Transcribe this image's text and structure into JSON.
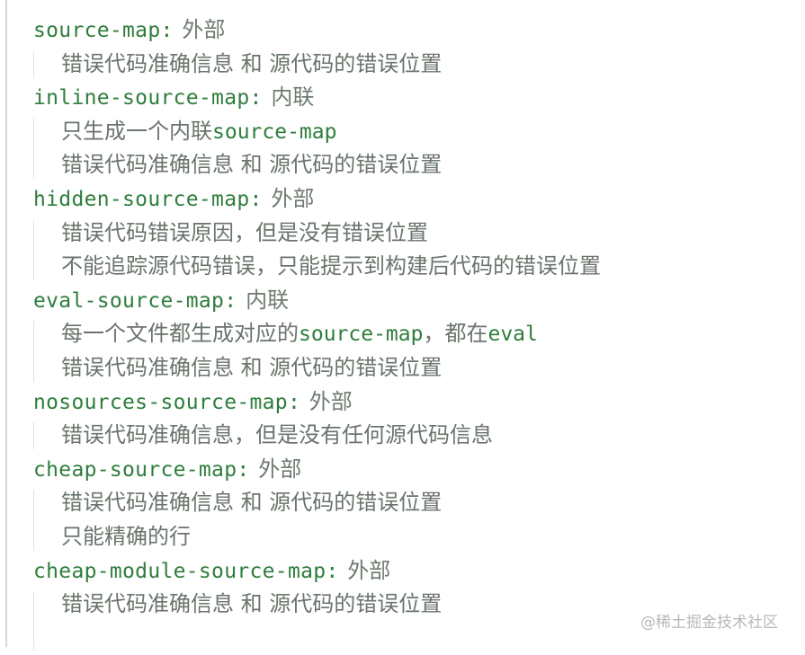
{
  "document": {
    "entries": [
      {
        "key": "source-map",
        "colon": ":",
        "value": "外部",
        "details": [
          {
            "parts": [
              {
                "text": "错误代码准确信息 和 源代码的错误位置",
                "mono": false
              }
            ]
          }
        ]
      },
      {
        "key": "inline-source-map",
        "colon": ":",
        "value": "内联",
        "details": [
          {
            "parts": [
              {
                "text": "只生成一个内联",
                "mono": false
              },
              {
                "text": "source-map",
                "mono": true
              }
            ]
          },
          {
            "parts": [
              {
                "text": "错误代码准确信息 和 源代码的错误位置",
                "mono": false
              }
            ]
          }
        ]
      },
      {
        "key": "hidden-source-map",
        "colon": ":",
        "value": "外部",
        "details": [
          {
            "parts": [
              {
                "text": "错误代码错误原因，但是没有错误位置",
                "mono": false
              }
            ]
          },
          {
            "parts": [
              {
                "text": "不能追踪源代码错误，只能提示到构建后代码的错误位置",
                "mono": false
              }
            ]
          }
        ]
      },
      {
        "key": "eval-source-map",
        "colon": ":",
        "value": "内联",
        "details": [
          {
            "parts": [
              {
                "text": "每一个文件都生成对应的",
                "mono": false
              },
              {
                "text": "source-map",
                "mono": true
              },
              {
                "text": "，都在",
                "mono": false
              },
              {
                "text": "eval",
                "mono": true
              }
            ]
          },
          {
            "parts": [
              {
                "text": "错误代码准确信息 和 源代码的错误位置",
                "mono": false
              }
            ]
          }
        ]
      },
      {
        "key": "nosources-source-map",
        "colon": ":",
        "value": "外部",
        "details": [
          {
            "parts": [
              {
                "text": "错误代码准确信息，但是没有任何源代码信息",
                "mono": false
              }
            ]
          }
        ]
      },
      {
        "key": "cheap-source-map",
        "colon": ":",
        "value": "外部",
        "details": [
          {
            "parts": [
              {
                "text": "错误代码准确信息 和 源代码的错误位置",
                "mono": false
              }
            ]
          },
          {
            "parts": [
              {
                "text": "只能精确的行",
                "mono": false
              }
            ]
          }
        ]
      },
      {
        "key": "cheap-module-source-map",
        "colon": ":",
        "value": "外部",
        "details": [
          {
            "parts": [
              {
                "text": "错误代码准确信息 和 源代码的错误位置",
                "mono": false
              }
            ]
          },
          {
            "parts": [
              {
                "text": "",
                "mono": false
              }
            ]
          }
        ]
      }
    ]
  },
  "watermark": {
    "text": "@稀土掘金技术社区"
  },
  "colors": {
    "key_green": "#2f7d3d",
    "detail_gray": "#6b746c",
    "border": "#d6d8d6",
    "background": "#ffffff"
  }
}
